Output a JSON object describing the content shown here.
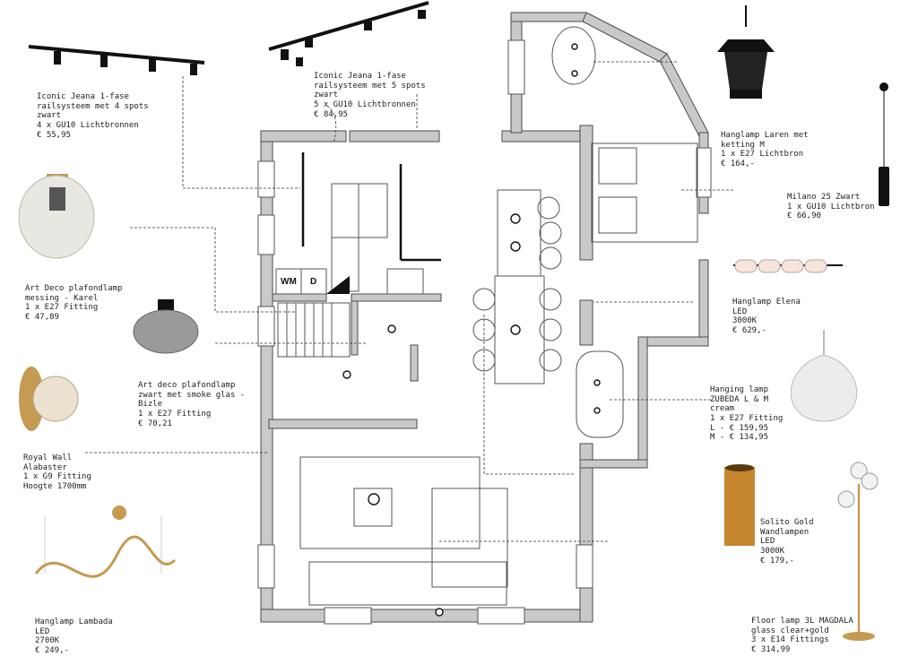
{
  "colors": {
    "wall": "#c9c9c9",
    "line": "#333333",
    "text": "#222222",
    "brass": "#c59a52",
    "black": "#111111"
  },
  "room_tags": {
    "wm": "WM",
    "d": "D"
  },
  "labels": [
    {
      "id": "track4",
      "lines": [
        "Iconic Jeana 1-fase",
        "railsysteem met 4 spots",
        "zwart",
        "4 x GU10 Lichtbronnen",
        "€ 55,95"
      ]
    },
    {
      "id": "track5",
      "lines": [
        "Iconic Jeana 1-fase",
        "railsysteem met 5 spots",
        "zwart",
        "5 x GU10 Lichtbronnen",
        "€ 84,95"
      ]
    },
    {
      "id": "laren",
      "lines": [
        "Hanglamp Laren met",
        "ketting M",
        "1 x E27 Lichtbron",
        "€ 164,-"
      ]
    },
    {
      "id": "milano",
      "lines": [
        "Milano 25 Zwart",
        "1 x GU10 Lichtbron",
        "€ 66,90"
      ]
    },
    {
      "id": "karel",
      "lines": [
        "Art Deco plafondlamp",
        "messing - Karel",
        "1 x E27 Fitting",
        "€ 47,89"
      ]
    },
    {
      "id": "elena",
      "lines": [
        "Hanglamp Elena",
        "LED",
        "3000K",
        "€ 629,-"
      ]
    },
    {
      "id": "bizle",
      "lines": [
        "Art deco plafondlamp",
        "zwart met smoke glas -",
        "Bizle",
        "1 x E27 Fitting",
        "€ 70,21"
      ]
    },
    {
      "id": "zubeda",
      "lines": [
        "Hanging lamp",
        "ZUBEDA L & M",
        "cream",
        "1 x E27 Fitting",
        "L - € 159,95",
        "M - € 134,95"
      ]
    },
    {
      "id": "alabaster",
      "lines": [
        "Royal Wall",
        "Alabaster",
        "1 x G9 Fitting",
        "Hoogte 1700mm"
      ]
    },
    {
      "id": "solito",
      "lines": [
        "Solito Gold",
        "Wandlampen",
        "LED",
        "3000K",
        "€ 179,-"
      ]
    },
    {
      "id": "lambada",
      "lines": [
        "Hanglamp Lambada",
        "LED",
        "2700K",
        "€ 249,-"
      ]
    },
    {
      "id": "magdala",
      "lines": [
        "Floor lamp 3L MAGDALA",
        "glass clear+gold",
        "3 x E14 Fittings",
        "€ 314,99"
      ]
    }
  ]
}
